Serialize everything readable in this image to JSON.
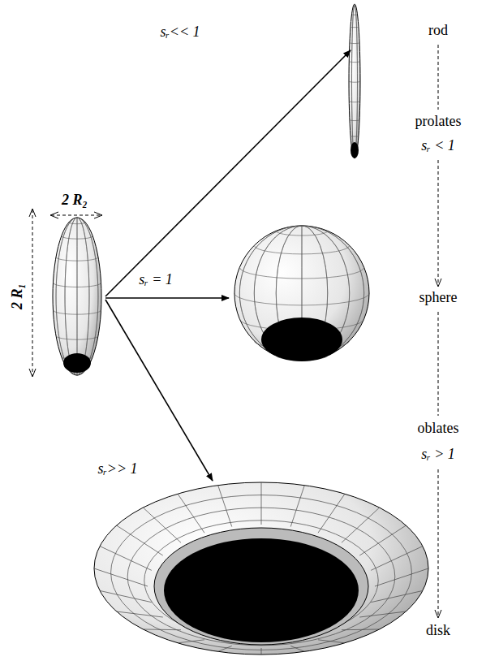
{
  "diagram": {
    "labels": [
      "sᵣ<< 1",
      "2 R₂",
      "2 R₁",
      "sᵣ = 1",
      "sᵣ>> 1",
      "rod",
      "prolates",
      "sᵣ < 1",
      "sphere",
      "oblates",
      "sᵣ > 1",
      "disk"
    ]
  }
}
